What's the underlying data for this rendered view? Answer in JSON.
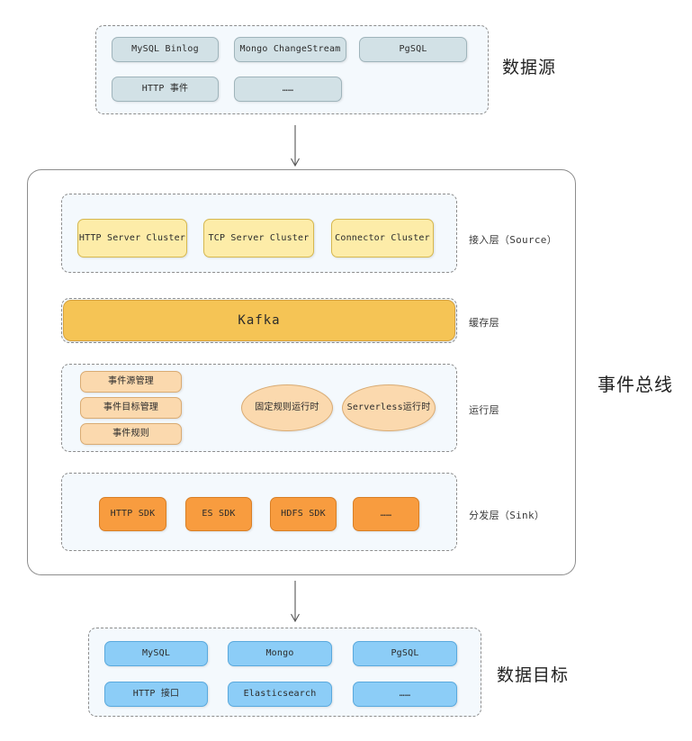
{
  "diagram": {
    "title_bus": "事件总线",
    "sections": {
      "source": {
        "label": "数据源",
        "items_row1": [
          "MySQL Binlog",
          "Mongo ChangeStream",
          "PgSQL"
        ],
        "items_row2": [
          "HTTP 事件",
          "……"
        ]
      },
      "target": {
        "label": "数据目标",
        "items_row1": [
          "MySQL",
          "Mongo",
          "PgSQL"
        ],
        "items_row2": [
          "HTTP 接口",
          "Elasticsearch",
          "……"
        ]
      }
    },
    "layers": [
      {
        "name": "access",
        "label": "接入层（Source）",
        "items": [
          "HTTP Server Cluster",
          "TCP Server Cluster",
          "Connector Cluster"
        ]
      },
      {
        "name": "cache",
        "label": "缓存层",
        "items": [
          "Kafka"
        ]
      },
      {
        "name": "runtime",
        "label": "运行层",
        "items": [
          "事件源管理",
          "事件目标管理",
          "事件规则"
        ],
        "ellipses": [
          "固定规则运行时",
          "Serverless运行时"
        ]
      },
      {
        "name": "sink",
        "label": "分发层（Sink）",
        "items": [
          "HTTP SDK",
          "ES SDK",
          "HDFS SDK",
          "……"
        ]
      }
    ],
    "colors": {
      "source_fill": "#d2e1e6",
      "target_fill": "#8ccdf7",
      "access_fill": "#fdeca8",
      "kafka_fill": "#f5c455",
      "runtime_fill": "#fbd9ae",
      "sink_fill": "#f89c3f",
      "group_fill": "#f4f9fd",
      "border": "#8d8d8d"
    }
  }
}
